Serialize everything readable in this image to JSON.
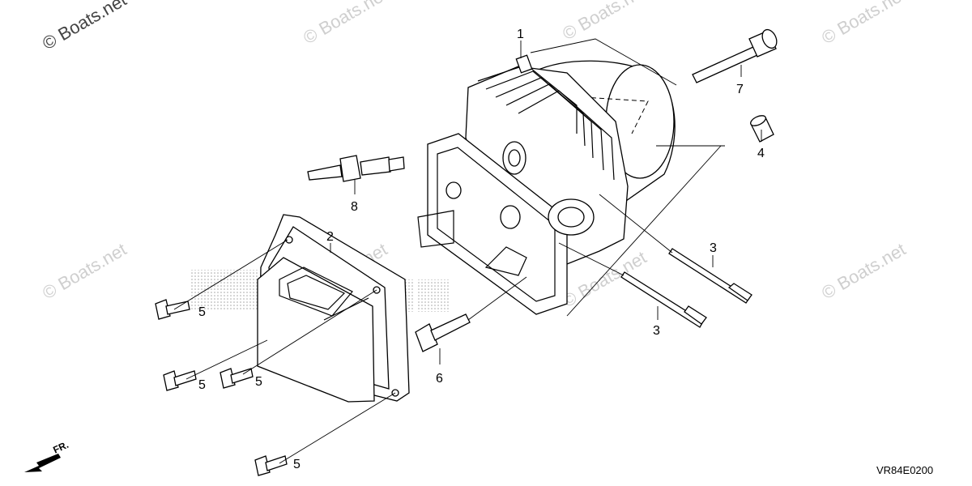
{
  "watermarks": [
    "© Boats.net",
    "© Boats.net",
    "© Boats.net",
    "© Boats.net",
    "© Boats.net",
    "© Boats.net",
    "© Boats.net",
    "© Boats.net"
  ],
  "callouts": [
    "1",
    "2",
    "3",
    "3",
    "4",
    "5",
    "5",
    "5",
    "5",
    "6",
    "7",
    "8"
  ],
  "direction_label": "FR.",
  "diagram_code": "VR84E0200",
  "parts": [
    {
      "id": "cylinder-head",
      "icon": "cylinder-head-icon"
    },
    {
      "id": "head-cover",
      "icon": "head-cover-icon"
    },
    {
      "id": "stud-bolts",
      "icon": "stud-bolt-icon"
    },
    {
      "id": "dowel-pin",
      "icon": "dowel-pin-icon"
    },
    {
      "id": "flange-bolts",
      "icon": "flange-bolt-icon"
    },
    {
      "id": "head-bolt",
      "icon": "head-bolt-icon"
    },
    {
      "id": "long-bolt",
      "icon": "long-bolt-icon"
    },
    {
      "id": "spark-plug",
      "icon": "spark-plug-icon"
    }
  ]
}
